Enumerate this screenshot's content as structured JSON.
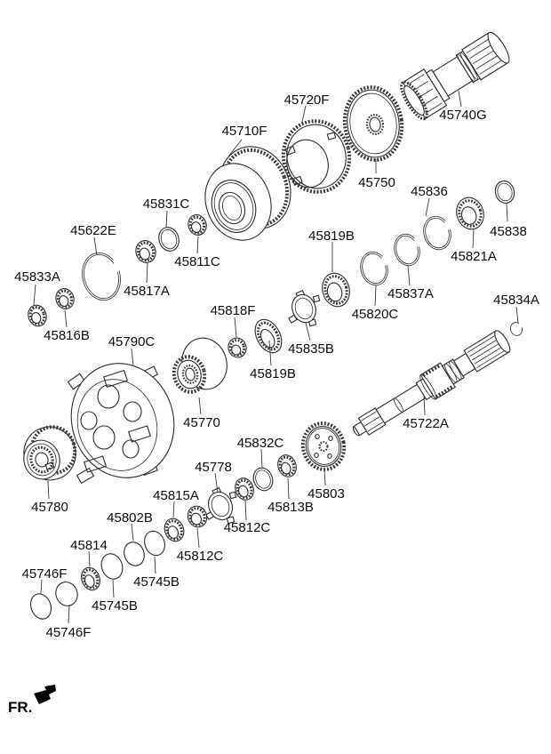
{
  "diagram": {
    "fr_label": "FR.",
    "icons": {
      "fr_arrow": "down-left-arrow"
    },
    "callouts": [
      {
        "part": "45710F"
      },
      {
        "part": "45720F"
      },
      {
        "part": "45750"
      },
      {
        "part": "45740G"
      },
      {
        "part": "45836"
      },
      {
        "part": "45838"
      },
      {
        "part": "45831C"
      },
      {
        "part": "45622E"
      },
      {
        "part": "45811C"
      },
      {
        "part": "45817A"
      },
      {
        "part": "45833A"
      },
      {
        "part": "45816B"
      },
      {
        "part": "45819B"
      },
      {
        "part": "45821A"
      },
      {
        "part": "45837A"
      },
      {
        "part": "45820C"
      },
      {
        "part": "45834A"
      },
      {
        "part": "45818F"
      },
      {
        "part": "45835B"
      },
      {
        "part": "45819B"
      },
      {
        "part": "45790C"
      },
      {
        "part": "45770"
      },
      {
        "part": "45722A"
      },
      {
        "part": "45832C"
      },
      {
        "part": "45778"
      },
      {
        "part": "45803"
      },
      {
        "part": "45813B"
      },
      {
        "part": "45812C"
      },
      {
        "part": "45815A"
      },
      {
        "part": "45812C"
      },
      {
        "part": "45802B"
      },
      {
        "part": "45814"
      },
      {
        "part": "45745B"
      },
      {
        "part": "45745B"
      },
      {
        "part": "45746F"
      },
      {
        "part": "45746F"
      },
      {
        "part": "45780"
      }
    ]
  }
}
